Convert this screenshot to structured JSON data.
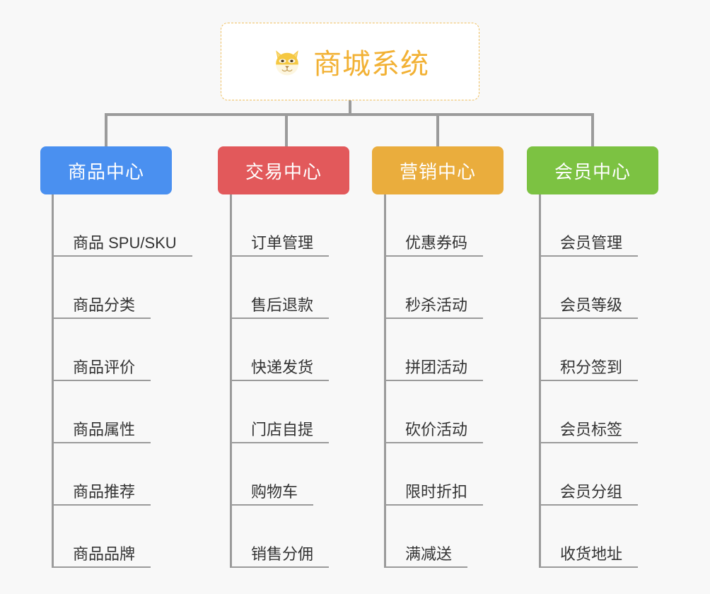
{
  "page": {
    "background_color": "#f8f8f8",
    "connector_color": "#9b9b9b"
  },
  "root": {
    "title": "商城系统",
    "icon": "shiba-dog-face-icon",
    "icon_glyph": "🐕",
    "text_color": "#f2b134",
    "border_color": "#f0c060",
    "background_color": "#ffffff"
  },
  "branches": [
    {
      "label": "商品中心",
      "color": "#4a90f0",
      "items": [
        "商品 SPU/SKU",
        "商品分类",
        "商品评价",
        "商品属性",
        "商品推荐",
        "商品品牌"
      ]
    },
    {
      "label": "交易中心",
      "color": "#e2595b",
      "items": [
        "订单管理",
        "售后退款",
        "快递发货",
        "门店自提",
        "购物车",
        "销售分佣"
      ]
    },
    {
      "label": "营销中心",
      "color": "#eaad3d",
      "items": [
        "优惠券码",
        "秒杀活动",
        "拼团活动",
        "砍价活动",
        "限时折扣",
        "满减送"
      ]
    },
    {
      "label": "会员中心",
      "color": "#7bc council",
      "items": [
        "会员管理",
        "会员等级",
        "积分签到",
        "会员标签",
        "会员分组",
        "收货地址"
      ]
    }
  ],
  "branch_colors": {
    "product": "#4a90f0",
    "trade": "#e2595b",
    "marketing": "#eaad3d",
    "member": "#7cc242"
  }
}
